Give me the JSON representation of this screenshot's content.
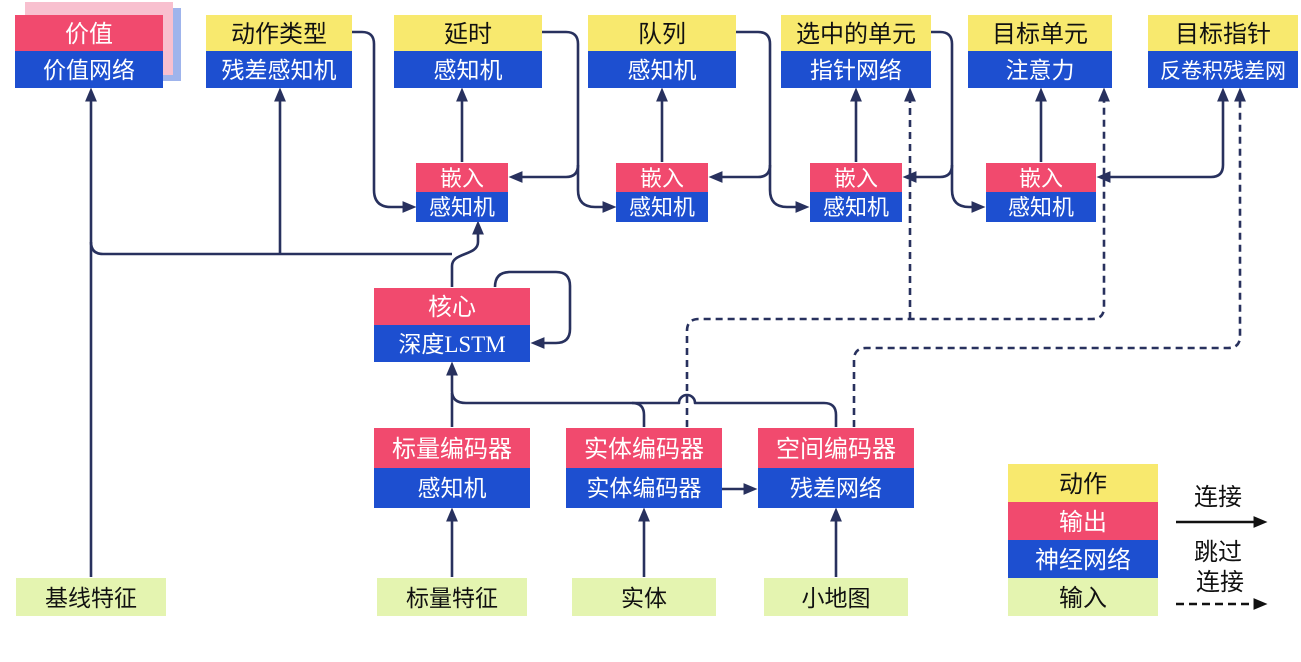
{
  "diagram": {
    "nodes": {
      "value": {
        "top": "价值",
        "bottom": "价值网络"
      },
      "action_type": {
        "top": "动作类型",
        "bottom": "残差感知机"
      },
      "delay": {
        "top": "延时",
        "bottom": "感知机"
      },
      "queued": {
        "top": "队列",
        "bottom": "感知机"
      },
      "selected_units": {
        "top": "选中的单元",
        "bottom": "指针网络"
      },
      "target_unit": {
        "top": "目标单元",
        "bottom": "注意力"
      },
      "target_point": {
        "top": "目标指针",
        "bottom": "反卷积残差网"
      },
      "embed": {
        "top": "嵌入",
        "bottom": "感知机"
      },
      "core": {
        "top": "核心",
        "bottom": "深度LSTM"
      },
      "scalar_encoder": {
        "top": "标量编码器",
        "bottom": "感知机"
      },
      "entity_encoder": {
        "top": "实体编码器",
        "bottom": "实体编码器"
      },
      "spatial_encoder": {
        "top": "空间编码器",
        "bottom": "残差网络"
      }
    },
    "inputs": {
      "baseline_features": "基线特征",
      "scalar_features": "标量特征",
      "entities": "实体",
      "minimap": "小地图"
    },
    "legend": {
      "action": "动作",
      "output": "输出",
      "network": "神经网络",
      "input": "输入",
      "solid_label": "连接",
      "dashed_label_1": "跳过",
      "dashed_label_2": "连接"
    },
    "colors": {
      "action_yellow": "#F8E96E",
      "output_red": "#F14A6E",
      "network_blue": "#1D4FD0",
      "input_green": "#E4F4B0",
      "line_navy": "#28315E",
      "value_shadow_pink": "#F8C0CF",
      "value_shadow_blue": "#9FB4EC"
    }
  }
}
